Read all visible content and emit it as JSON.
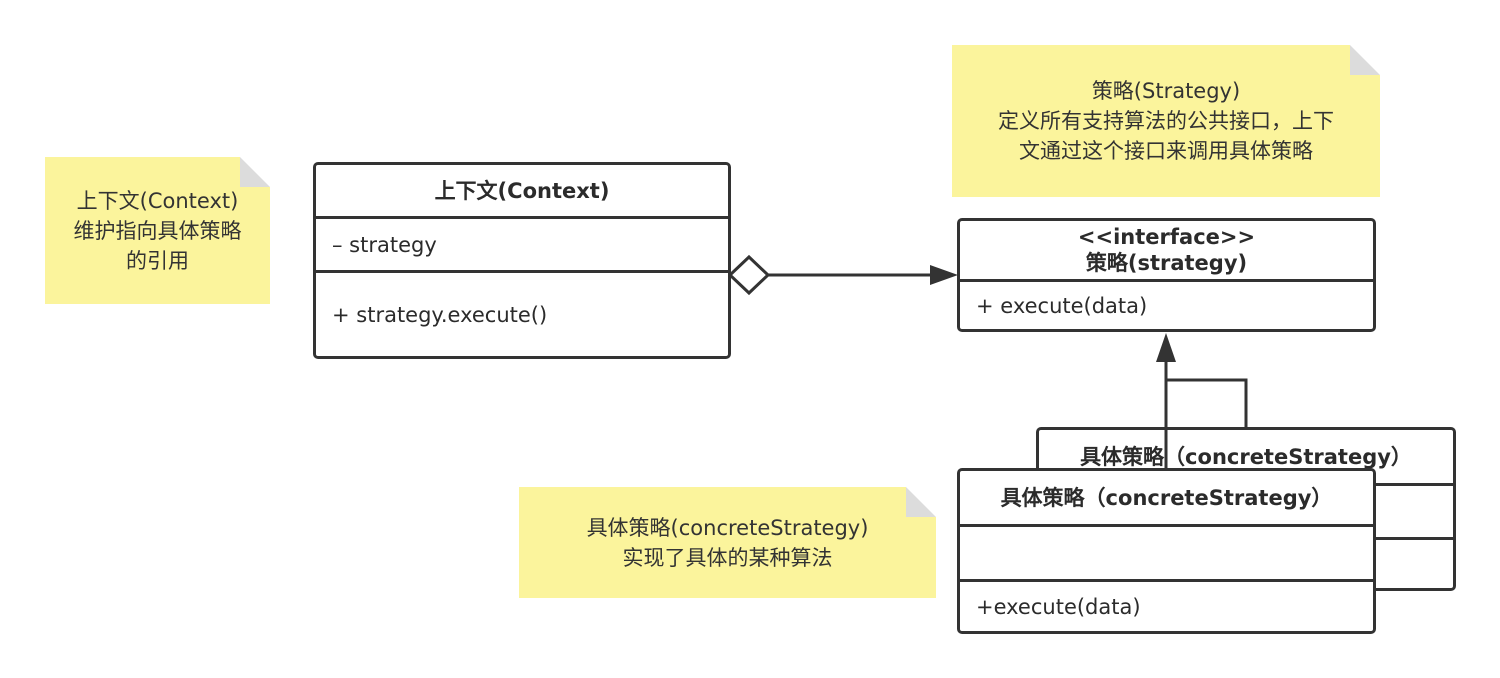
{
  "notes": {
    "context_note": "上下文(Context)\n维护指向具体策略\n的引用",
    "strategy_note": "策略(Strategy)\n定义所有支持算法的公共接口，上下\n文通过这个接口来调用具体策略",
    "concrete_note": "具体策略(concreteStrategy)\n实现了具体的某种算法"
  },
  "context_class": {
    "name": "上下文(Context)",
    "attribute": "– strategy",
    "method": "+ strategy.execute()"
  },
  "strategy_interface": {
    "stereotype": "<<interface>>",
    "name": "策略(strategy)",
    "method": "+ execute(data)"
  },
  "concrete_back": {
    "name": "具体策略（concreteStrategy）"
  },
  "concrete_front": {
    "name": "具体策略（concreteStrategy）",
    "method": "+execute(data)"
  },
  "colors": {
    "note_fill": "#fbf49c",
    "stroke": "#333333"
  }
}
